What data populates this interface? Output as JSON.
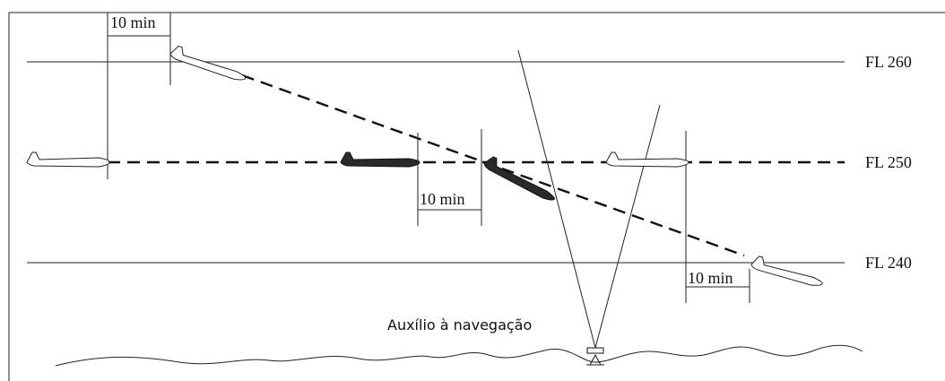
{
  "flight_levels": [
    "FL 260",
    "FL 250",
    "FL 240"
  ],
  "interval_labels": [
    "10 min",
    "10 min",
    "10 min"
  ],
  "navaid_label": "Auxílio à navegação",
  "icons": {
    "aircraft": "aircraft-icon",
    "navaid": "navaid-antenna-icon"
  }
}
